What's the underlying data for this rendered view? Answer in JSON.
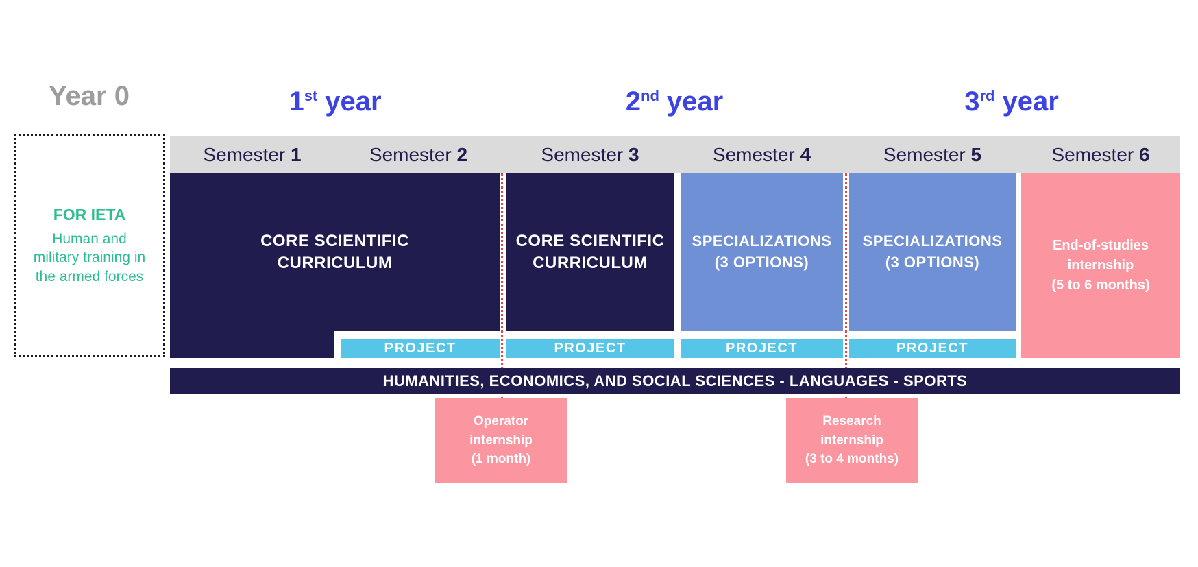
{
  "years": [
    {
      "text": "Year 0"
    },
    {
      "num": "1",
      "sup": "st",
      "word": "year"
    },
    {
      "num": "2",
      "sup": "nd",
      "word": "year"
    },
    {
      "num": "3",
      "sup": "rd",
      "word": "year"
    }
  ],
  "ieta": {
    "title": "FOR IETA",
    "body": "Human and\nmilitary training in\nthe armed forces"
  },
  "semesters": [
    {
      "label": "Semester",
      "number": "1"
    },
    {
      "label": "Semester",
      "number": "2"
    },
    {
      "label": "Semester",
      "number": "3"
    },
    {
      "label": "Semester",
      "number": "4"
    },
    {
      "label": "Semester",
      "number": "5"
    },
    {
      "label": "Semester",
      "number": "6"
    }
  ],
  "blocks": {
    "core_y1": "CORE SCIENTIFIC\nCURRICULUM",
    "core_s3": "CORE SCIENTIFIC\nCURRICULUM",
    "spec_s4": "SPECIALIZATIONS\n(3 OPTIONS)",
    "spec_s5": "SPECIALIZATIONS\n(3 OPTIONS)",
    "end_internship": "End-of-studies\ninternship\n(5 to 6 months)"
  },
  "labels": {
    "project": "PROJECT"
  },
  "humanities_bar": "HUMANITIES, ECONOMICS, AND SOCIAL SCIENCES - LANGUAGES - SPORTS",
  "internships": {
    "operator": "Operator\ninternship\n(1 month)",
    "research": "Research\ninternship\n(3 to 4 months)"
  },
  "colors": {
    "navy": "#201c4e",
    "year_blue": "#3d43e0",
    "year_gray": "#9d9d9d",
    "teal": "#2ebd92",
    "header_gray": "#dbdbdb",
    "spec_blue": "#7090d5",
    "project_cyan": "#56c5e8",
    "pink": "#fb95a0",
    "divider_red": "#e04848"
  }
}
